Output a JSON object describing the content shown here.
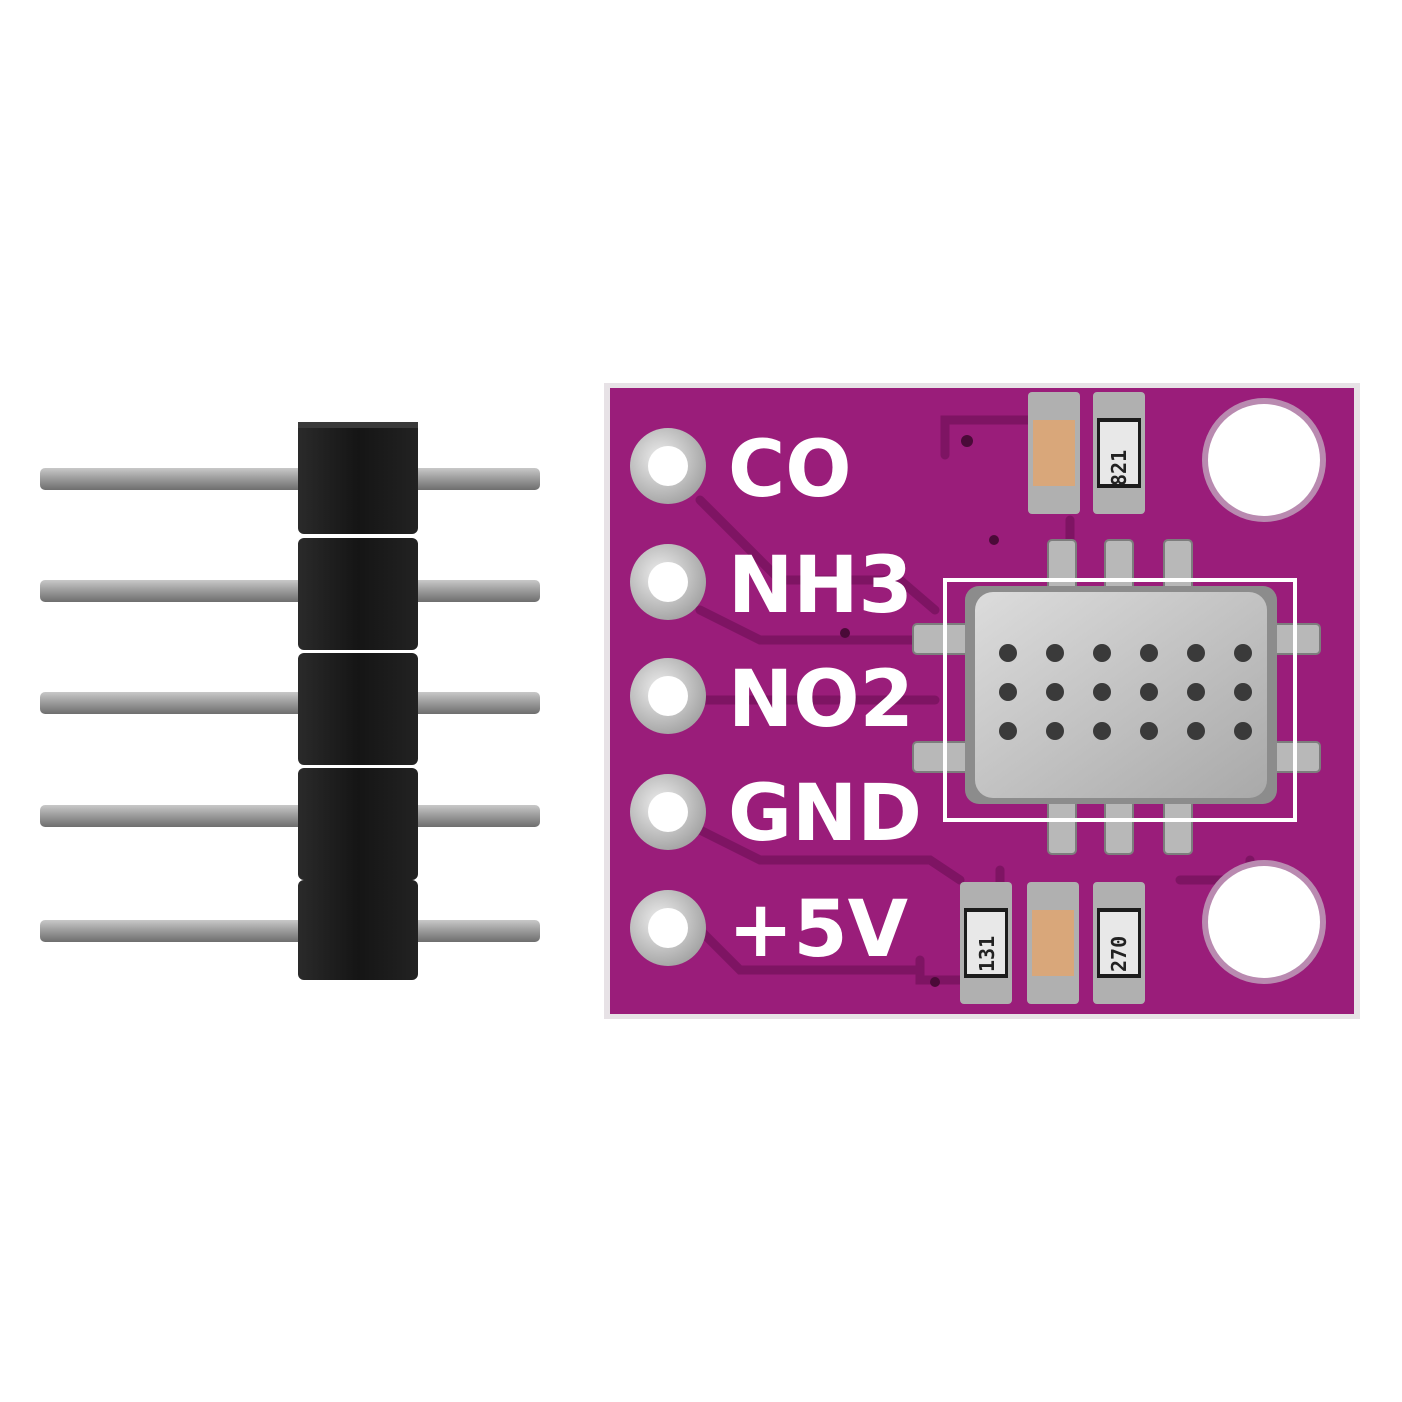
{
  "pin_labels": [
    "CO",
    "NH3",
    "NO2",
    "GND",
    "+5V"
  ],
  "resistor_codes": {
    "top": "821",
    "bottom_left": "131",
    "bottom_right": "270"
  },
  "colors": {
    "pcb": "#9a1d7a",
    "pcb_dark": "#6f1158",
    "silkscreen": "#ffffff",
    "header_plastic": "#1b1b1b",
    "pin_metal": "#9a9a9a",
    "sensor_can": "#c9c9c9"
  }
}
